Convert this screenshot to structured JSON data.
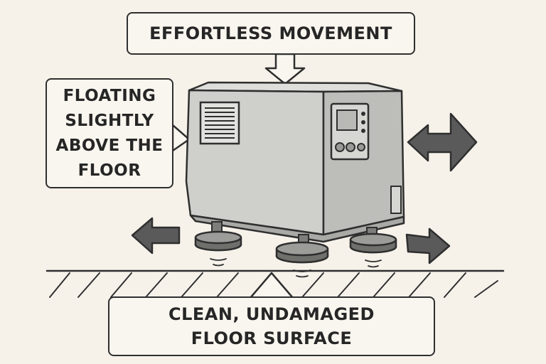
{
  "callouts": {
    "top": "EFFORTLESS MOVEMENT",
    "left": "FLOATING\nSLIGHTLY\nABOVE THE\nFLOOR",
    "bottom": "CLEAN, UNDAMAGED\nFLOOR SURFACE"
  },
  "colors": {
    "background": "#f6f2ea",
    "machine_front": "#cfcfcb",
    "machine_side": "#bdbdb9",
    "machine_top": "#dededa",
    "arrow_fill": "#5a5a5a",
    "outline": "#2f2f2f"
  },
  "icons": {
    "machine": "machine-icon",
    "vent": "vent-icon",
    "control_panel": "control-panel-icon",
    "arrows": "direction-arrow-icon",
    "air_pads": "air-caster-icon",
    "floor": "floor-hatch-icon"
  }
}
